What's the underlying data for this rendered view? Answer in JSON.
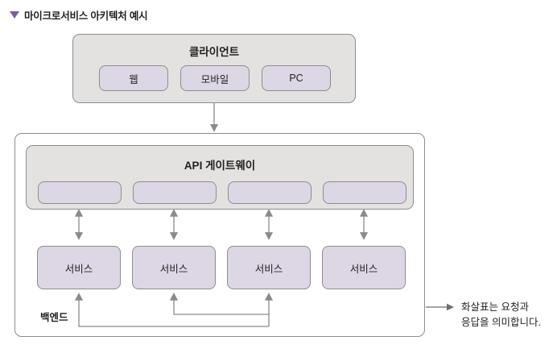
{
  "title": {
    "marker_icon": "triangle-down-icon",
    "text": "마이크로서비스 아키텍처 예시",
    "marker_color": "#7c5ca8"
  },
  "diagram": {
    "client": {
      "title": "클라이언트",
      "nodes": [
        {
          "label": "웹"
        },
        {
          "label": "모바일"
        },
        {
          "label": "PC"
        }
      ]
    },
    "backend": {
      "label": "백엔드",
      "gateway": {
        "title": "API 게이트웨이",
        "nodes": [
          {
            "label": ""
          },
          {
            "label": ""
          },
          {
            "label": ""
          },
          {
            "label": ""
          }
        ]
      },
      "services": [
        {
          "label": "서비스"
        },
        {
          "label": "서비스"
        },
        {
          "label": "서비스"
        },
        {
          "label": "서비스"
        }
      ]
    }
  },
  "legend": {
    "arrow_icon": "arrow-right-icon",
    "text": "화살표는 요청과\n응답을 의미합니다."
  },
  "colors": {
    "node_fill": "#ddd6e4",
    "group_fill": "#e3e2e0",
    "border": "#8d8d8d",
    "connector": "#8a8a8a",
    "text": "#231f20",
    "accent": "#7c5ca8"
  }
}
